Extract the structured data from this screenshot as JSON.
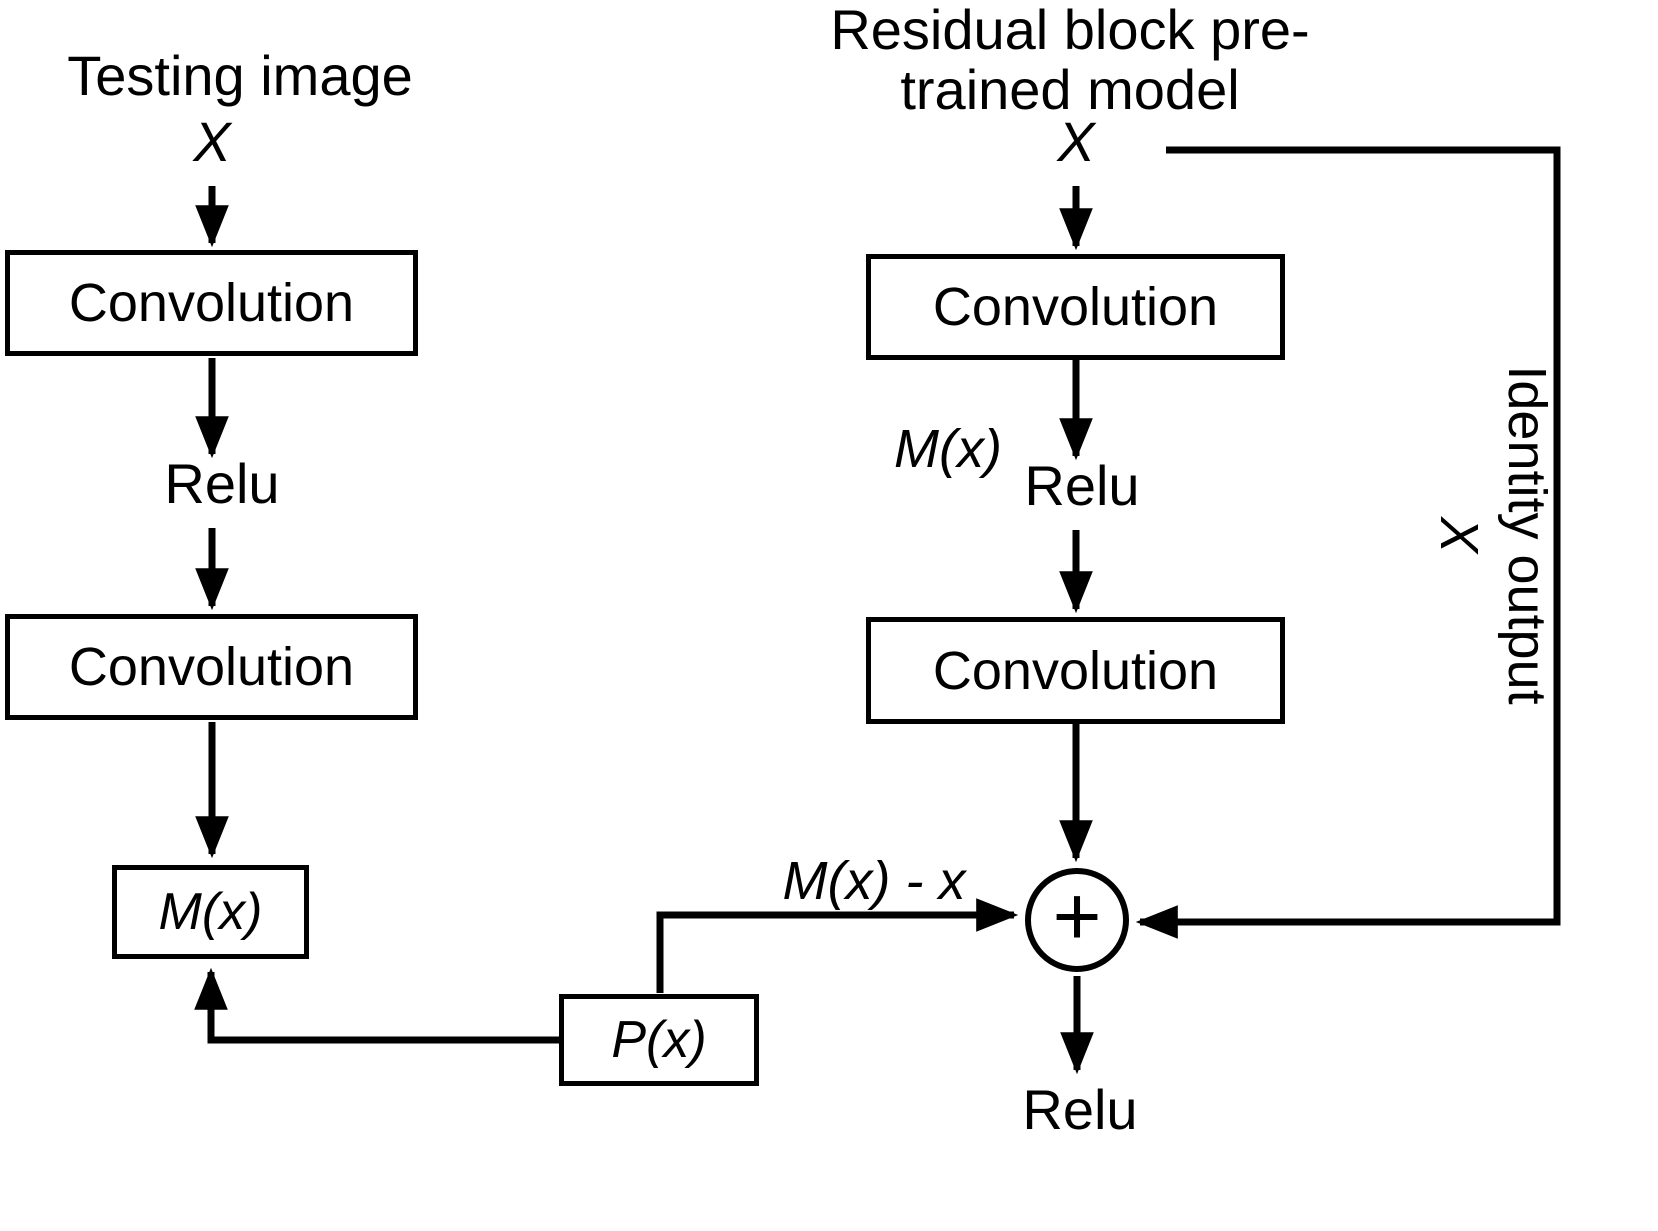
{
  "diagram": {
    "left": {
      "title": "Testing image",
      "input_label": "X",
      "conv1_label": "Convolution",
      "relu_label": "Relu",
      "conv2_label": "Convolution",
      "mx_label": "M(x)"
    },
    "right": {
      "title_line1": "Residual block",
      "title_line2": "pre-trained model",
      "input_label": "X",
      "conv1_label": "Convolution",
      "mx_label": "M(x)",
      "relu1_label": "Relu",
      "conv2_label": "Convolution",
      "sum_symbol": "+",
      "relu2_label": "Relu",
      "identity_x_label": "X",
      "identity_label": "Identity output"
    },
    "middle": {
      "px_label": "P(x)",
      "mx_minus_x_label": "M(x) - x"
    }
  }
}
